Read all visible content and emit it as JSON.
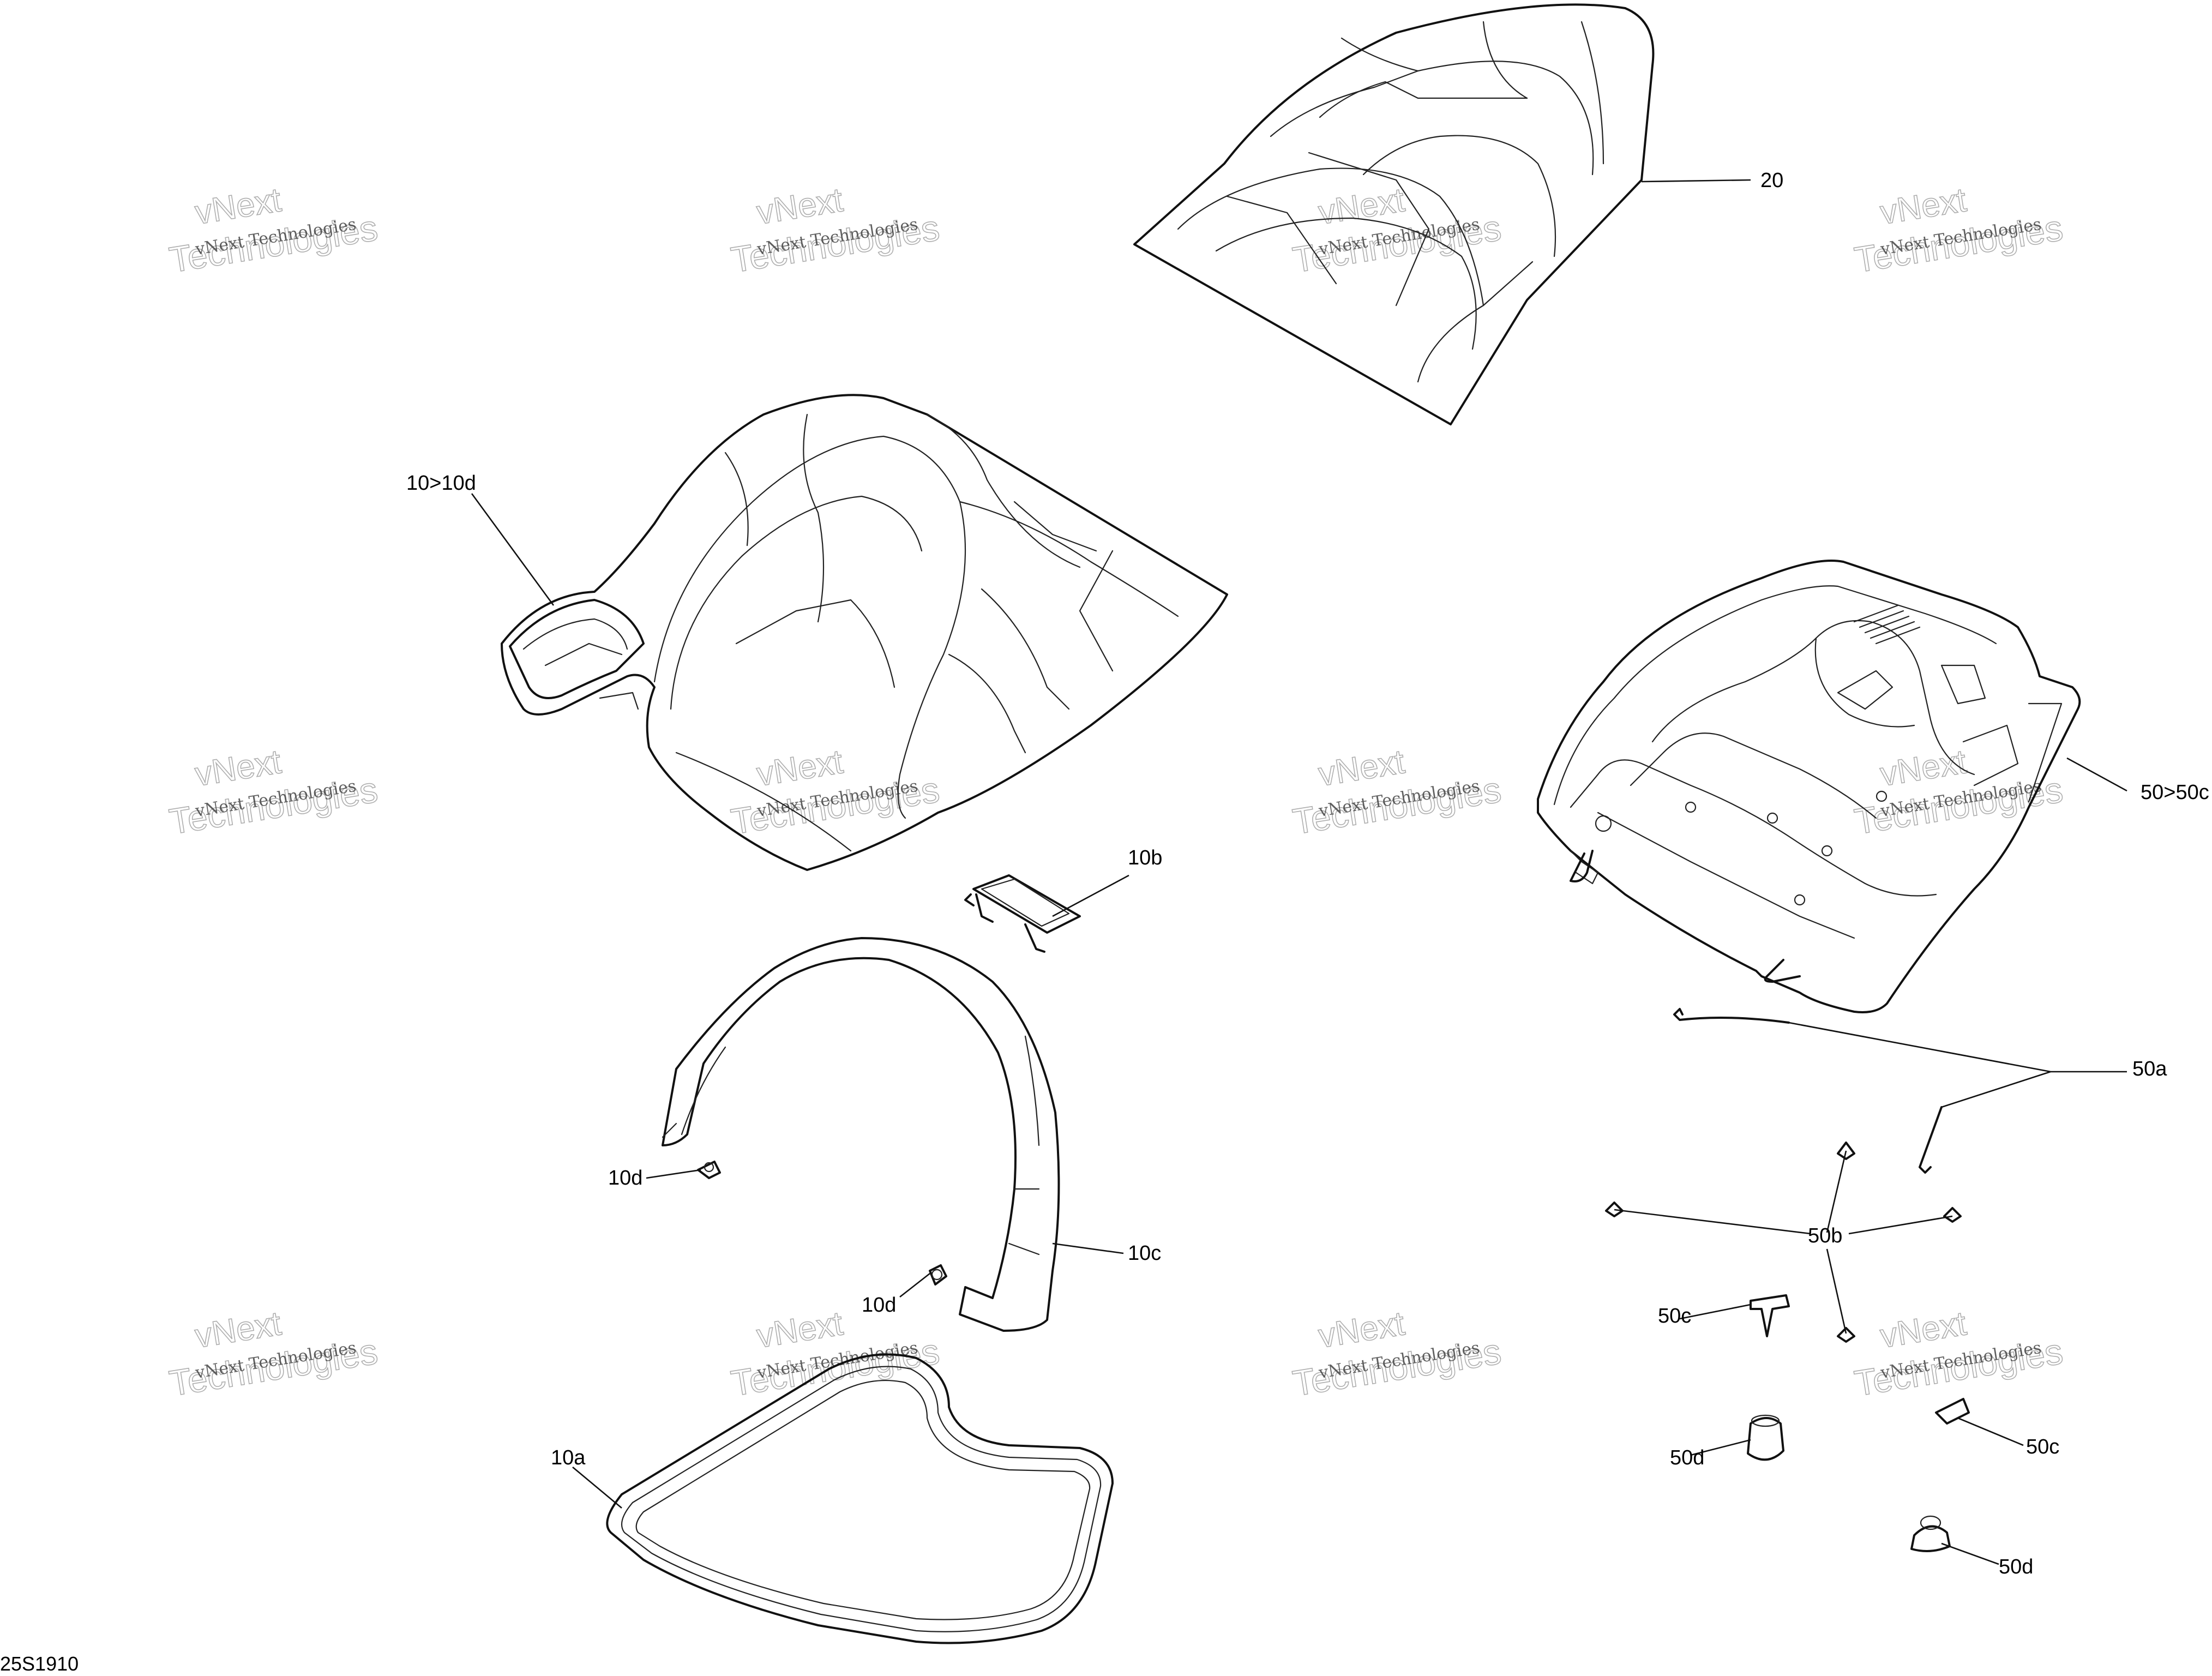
{
  "figure_code": "25S1910",
  "watermark": {
    "line1": "vNext",
    "line2": "Technologies",
    "small": "vNext Technologies"
  },
  "callouts": {
    "c20": "20",
    "c10_10d": "10>10d",
    "c10b": "10b",
    "c10c": "10c",
    "c10d_left": "10d",
    "c10d_bottom": "10d",
    "c10a": "10a",
    "c50_50c": "50>50c",
    "c50a": "50a",
    "c50b": "50b",
    "c50c_left": "50c",
    "c50c_right": "50c",
    "c50d_left": "50d",
    "c50d_right": "50d"
  }
}
